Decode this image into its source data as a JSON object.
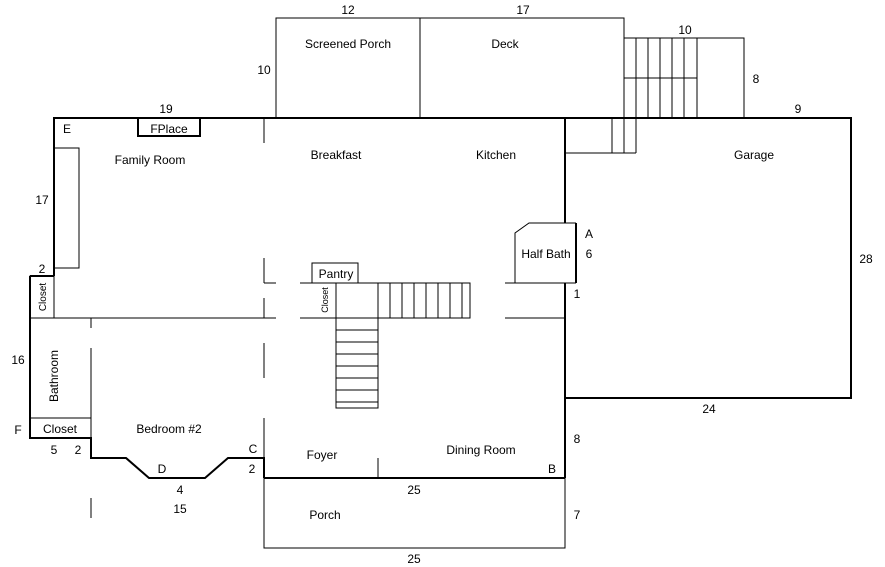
{
  "rooms": {
    "screened_porch": "Screened Porch",
    "deck": "Deck",
    "family_room": "Family Room",
    "breakfast": "Breakfast",
    "kitchen": "Kitchen",
    "garage": "Garage",
    "pantry": "Pantry",
    "half_bath": "Half Bath",
    "closet_left": "Closet",
    "closet_stair": "Closet",
    "bathroom": "Bathroom",
    "closet_bottom": "Closet",
    "bedroom2": "Bedroom #2",
    "foyer": "Foyer",
    "dining_room": "Dining Room",
    "porch": "Porch",
    "fireplace": "FPlace"
  },
  "markers": {
    "a": "A",
    "b": "B",
    "c": "C",
    "d": "D",
    "e": "E",
    "f": "F"
  },
  "dimensions": {
    "screened_porch_width": "12",
    "deck_width": "17",
    "rear_stair_width": "10",
    "rear_stair_height": "8",
    "garage_top_offset": "9",
    "screened_porch_depth": "10",
    "family_room_width": "19",
    "family_room_depth": "17",
    "left_jog": "2",
    "left_wing_depth": "16",
    "bottom_left_width": "5",
    "bottom_left_jog": "2",
    "bay_width": "4",
    "bay_jog": "2",
    "front_width": "25",
    "garage_depth": "28",
    "half_bath_depth": "6",
    "half_bath_jog": "1",
    "garage_width": "24",
    "dining_depth": "8",
    "porch_depth": "7",
    "porch_width": "25",
    "bedroom_width": "15"
  }
}
